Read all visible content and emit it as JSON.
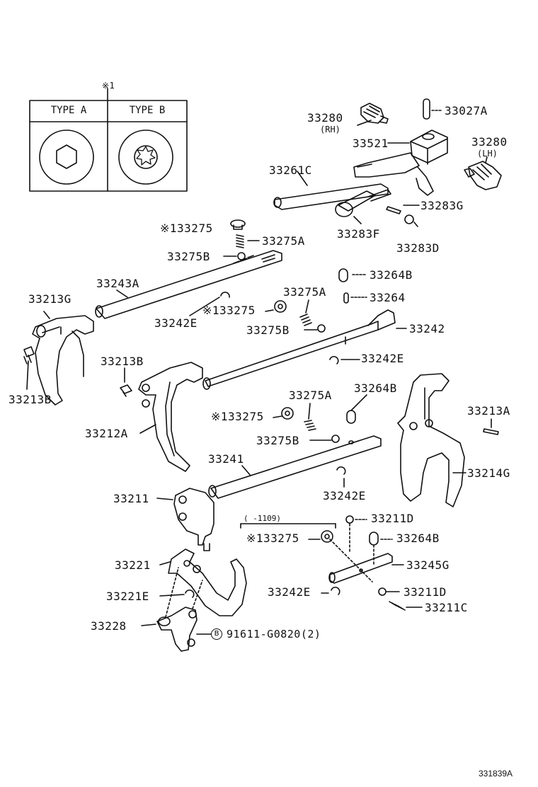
{
  "inset": {
    "ref_mark": "※1",
    "type_a": "TYPE A",
    "type_b": "TYPE B"
  },
  "labels": {
    "p33280_rh": "33280",
    "p33280_rh_sub": "(RH)",
    "p33027a": "33027A",
    "p33521": "33521",
    "p33280_lh": "33280",
    "p33280_lh_sub": "(LH)",
    "p33261c": "33261C",
    "p33283g": "33283G",
    "p33275_top": "※133275",
    "p33275a_top": "33275A",
    "p33283f": "33283F",
    "p33283d": "33283D",
    "p33275b_top": "33275B",
    "p33264b_1": "33264B",
    "p33243a": "33243A",
    "p33275a_mid": "33275A",
    "p33213g": "33213G",
    "p33264": "33264",
    "p33275_mid": "※133275",
    "p33242e_1": "33242E",
    "p33242": "33242",
    "p33275b_mid": "33275B",
    "p33213b_1": "33213B",
    "p33242e_2": "33242E",
    "p33213b_2": "33213B",
    "p33275a_low": "33275A",
    "p33264b_2": "33264B",
    "p33275_low": "※133275",
    "p33213a": "33213A",
    "p33212a": "33212A",
    "p33275b_low": "33275B",
    "p33241": "33241",
    "p33214g": "33214G",
    "p33211": "33211",
    "p33242e_3": "33242E",
    "p1109": "(     -1109)",
    "p33211d_1": "33211D",
    "p33275_bot": "※133275",
    "p33264b_3": "33264B",
    "p33221": "33221",
    "p33245g": "33245G",
    "p33221e": "33221E",
    "p33242e_4": "33242E",
    "p33211d_2": "33211D",
    "p33211c": "33211C",
    "p33228": "33228",
    "p_bolt_mark": "B",
    "p_bolt": "91611-G0820(2)",
    "diagram_code": "331839A"
  }
}
